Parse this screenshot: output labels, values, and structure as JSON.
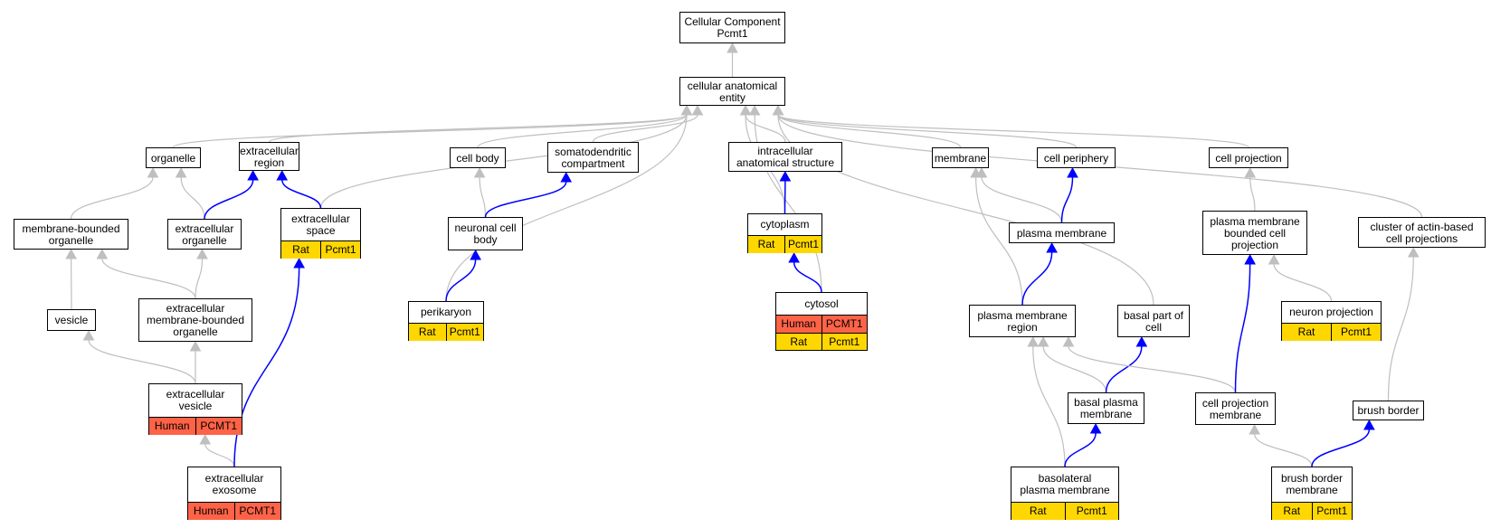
{
  "colors": {
    "is_a": "#bfbfbf",
    "part_of": "#0000ff",
    "rat": "#ffd700",
    "human": "#ff6347"
  },
  "nodes": {
    "root": {
      "label": "Cellular Component\nPcmt1"
    },
    "cae": {
      "label": "cellular anatomical\nentity"
    },
    "organelle": {
      "label": "organelle"
    },
    "extracellular_region": {
      "label": "extracellular\nregion"
    },
    "cell_body": {
      "label": "cell body"
    },
    "somatodendritic_compartment": {
      "label": "somatodendritic\ncompartment"
    },
    "intracellular_anatomical_structure": {
      "label": "intracellular\nanatomical structure"
    },
    "membrane": {
      "label": "membrane"
    },
    "cell_periphery": {
      "label": "cell periphery"
    },
    "cell_projection": {
      "label": "cell projection"
    },
    "membrane_bounded_organelle": {
      "label": "membrane-bounded\norganelle"
    },
    "extracellular_organelle": {
      "label": "extracellular\norganelle"
    },
    "extracellular_space": {
      "label": "extracellular\nspace",
      "annotations": [
        [
          "Rat",
          "Pcmt1"
        ]
      ]
    },
    "neuronal_cell_body": {
      "label": "neuronal cell\nbody"
    },
    "cytoplasm": {
      "label": "cytoplasm",
      "annotations": [
        [
          "Rat",
          "Pcmt1"
        ]
      ]
    },
    "plasma_membrane": {
      "label": "plasma membrane"
    },
    "pm_bounded_cell_projection": {
      "label": "plasma membrane\nbounded cell\nprojection"
    },
    "cluster_actin": {
      "label": "cluster of actin-based\ncell projections"
    },
    "vesicle": {
      "label": "vesicle"
    },
    "extracellular_mb_organelle": {
      "label": "extracellular\nmembrane-bounded\norganelle"
    },
    "perikaryon": {
      "label": "perikaryon",
      "annotations": [
        [
          "Rat",
          "Pcmt1"
        ]
      ]
    },
    "cytosol": {
      "label": "cytosol",
      "annotations": [
        [
          "Human",
          "PCMT1"
        ],
        [
          "Rat",
          "Pcmt1"
        ]
      ]
    },
    "plasma_membrane_region": {
      "label": "plasma membrane\nregion"
    },
    "basal_part_of_cell": {
      "label": "basal part of\ncell"
    },
    "neuron_projection": {
      "label": "neuron projection",
      "annotations": [
        [
          "Rat",
          "Pcmt1"
        ]
      ]
    },
    "extracellular_vesicle": {
      "label": "extracellular\nvesicle",
      "annotations": [
        [
          "Human",
          "PCMT1"
        ]
      ]
    },
    "basal_plasma_membrane": {
      "label": "basal plasma\nmembrane"
    },
    "cell_projection_membrane": {
      "label": "cell projection\nmembrane"
    },
    "brush_border": {
      "label": "brush border"
    },
    "extracellular_exosome": {
      "label": "extracellular\nexosome",
      "annotations": [
        [
          "Human",
          "PCMT1"
        ]
      ]
    },
    "basolateral_plasma_membrane": {
      "label": "basolateral\nplasma membrane",
      "annotations": [
        [
          "Rat",
          "Pcmt1"
        ]
      ]
    },
    "brush_border_membrane": {
      "label": "brush border\nmembrane",
      "annotations": [
        [
          "Rat",
          "Pcmt1"
        ]
      ]
    }
  },
  "edges": [
    {
      "from": "cae",
      "to": "root",
      "type": "is_a"
    },
    {
      "from": "organelle",
      "to": "cae",
      "type": "is_a"
    },
    {
      "from": "extracellular_region",
      "to": "cae",
      "type": "is_a"
    },
    {
      "from": "cell_body",
      "to": "cae",
      "type": "is_a"
    },
    {
      "from": "somatodendritic_compartment",
      "to": "cae",
      "type": "is_a"
    },
    {
      "from": "intracellular_anatomical_structure",
      "to": "cae",
      "type": "is_a"
    },
    {
      "from": "membrane",
      "to": "cae",
      "type": "is_a"
    },
    {
      "from": "cell_periphery",
      "to": "cae",
      "type": "is_a"
    },
    {
      "from": "cell_projection",
      "to": "cae",
      "type": "is_a"
    },
    {
      "from": "cluster_actin",
      "to": "cae",
      "type": "is_a"
    },
    {
      "from": "extracellular_space",
      "to": "cae",
      "type": "is_a"
    },
    {
      "from": "perikaryon",
      "to": "cae",
      "type": "is_a"
    },
    {
      "from": "cytoplasm",
      "to": "cae",
      "type": "is_a"
    },
    {
      "from": "cytosol",
      "to": "cae",
      "type": "is_a"
    },
    {
      "from": "basal_part_of_cell",
      "to": "cae",
      "type": "is_a"
    },
    {
      "from": "membrane_bounded_organelle",
      "to": "organelle",
      "type": "is_a"
    },
    {
      "from": "extracellular_organelle",
      "to": "organelle",
      "type": "is_a"
    },
    {
      "from": "extracellular_organelle",
      "to": "extracellular_region",
      "type": "part_of"
    },
    {
      "from": "extracellular_space",
      "to": "extracellular_region",
      "type": "part_of"
    },
    {
      "from": "neuronal_cell_body",
      "to": "cell_body",
      "type": "is_a"
    },
    {
      "from": "neuronal_cell_body",
      "to": "somatodendritic_compartment",
      "type": "part_of"
    },
    {
      "from": "cytoplasm",
      "to": "intracellular_anatomical_structure",
      "type": "part_of"
    },
    {
      "from": "plasma_membrane",
      "to": "membrane",
      "type": "is_a"
    },
    {
      "from": "plasma_membrane",
      "to": "cell_periphery",
      "type": "part_of"
    },
    {
      "from": "pm_bounded_cell_projection",
      "to": "cell_projection",
      "type": "is_a"
    },
    {
      "from": "vesicle",
      "to": "membrane_bounded_organelle",
      "type": "is_a"
    },
    {
      "from": "extracellular_mb_organelle",
      "to": "membrane_bounded_organelle",
      "type": "is_a"
    },
    {
      "from": "extracellular_mb_organelle",
      "to": "extracellular_organelle",
      "type": "is_a"
    },
    {
      "from": "perikaryon",
      "to": "neuronal_cell_body",
      "type": "part_of"
    },
    {
      "from": "cytosol",
      "to": "cytoplasm",
      "type": "part_of"
    },
    {
      "from": "plasma_membrane_region",
      "to": "membrane",
      "type": "is_a"
    },
    {
      "from": "plasma_membrane_region",
      "to": "plasma_membrane",
      "type": "part_of"
    },
    {
      "from": "neuron_projection",
      "to": "pm_bounded_cell_projection",
      "type": "is_a"
    },
    {
      "from": "extracellular_vesicle",
      "to": "vesicle",
      "type": "is_a"
    },
    {
      "from": "extracellular_vesicle",
      "to": "extracellular_mb_organelle",
      "type": "is_a"
    },
    {
      "from": "basal_plasma_membrane",
      "to": "plasma_membrane_region",
      "type": "is_a"
    },
    {
      "from": "basal_plasma_membrane",
      "to": "basal_part_of_cell",
      "type": "part_of"
    },
    {
      "from": "cell_projection_membrane",
      "to": "plasma_membrane_region",
      "type": "is_a"
    },
    {
      "from": "cell_projection_membrane",
      "to": "pm_bounded_cell_projection",
      "type": "part_of"
    },
    {
      "from": "brush_border",
      "to": "cluster_actin",
      "type": "is_a"
    },
    {
      "from": "extracellular_exosome",
      "to": "extracellular_vesicle",
      "type": "is_a"
    },
    {
      "from": "extracellular_exosome",
      "to": "extracellular_space",
      "type": "part_of"
    },
    {
      "from": "basolateral_plasma_membrane",
      "to": "plasma_membrane_region",
      "type": "is_a"
    },
    {
      "from": "basolateral_plasma_membrane",
      "to": "basal_plasma_membrane",
      "type": "part_of"
    },
    {
      "from": "brush_border_membrane",
      "to": "cell_projection_membrane",
      "type": "is_a"
    },
    {
      "from": "brush_border_membrane",
      "to": "brush_border",
      "type": "part_of"
    }
  ]
}
